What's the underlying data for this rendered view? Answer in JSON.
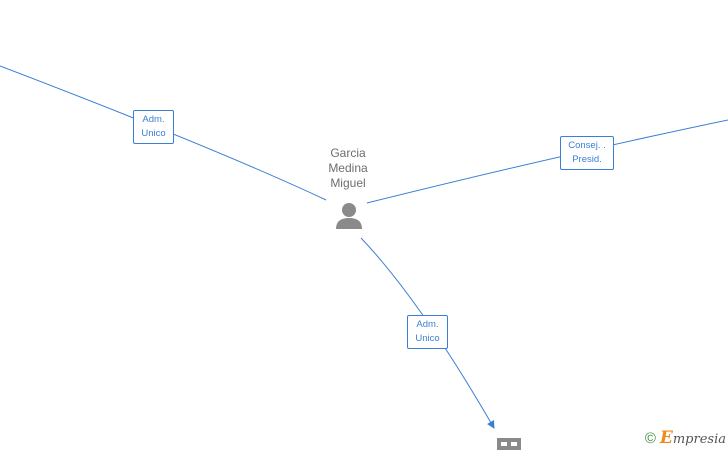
{
  "person": {
    "name_lines": [
      "Garcia",
      "Medina",
      "Miguel"
    ],
    "icon": "person-icon"
  },
  "relations": [
    {
      "id": "rel-left",
      "lines": [
        "Adm.",
        "Unico"
      ]
    },
    {
      "id": "rel-right",
      "lines": [
        "Consej. .",
        "Presid."
      ]
    },
    {
      "id": "rel-bottom",
      "lines": [
        "Adm.",
        "Unico"
      ]
    }
  ],
  "company_node": {
    "icon": "building-icon"
  },
  "watermark": {
    "symbol": "©",
    "brand_initial": "E",
    "brand_rest": "mpresia"
  },
  "colors": {
    "edge": "#3b7fd4",
    "node": "#8a8a8a",
    "text": "#6d6d6d",
    "copyright": "#3d8f3d",
    "brand": "#f08a1c"
  }
}
